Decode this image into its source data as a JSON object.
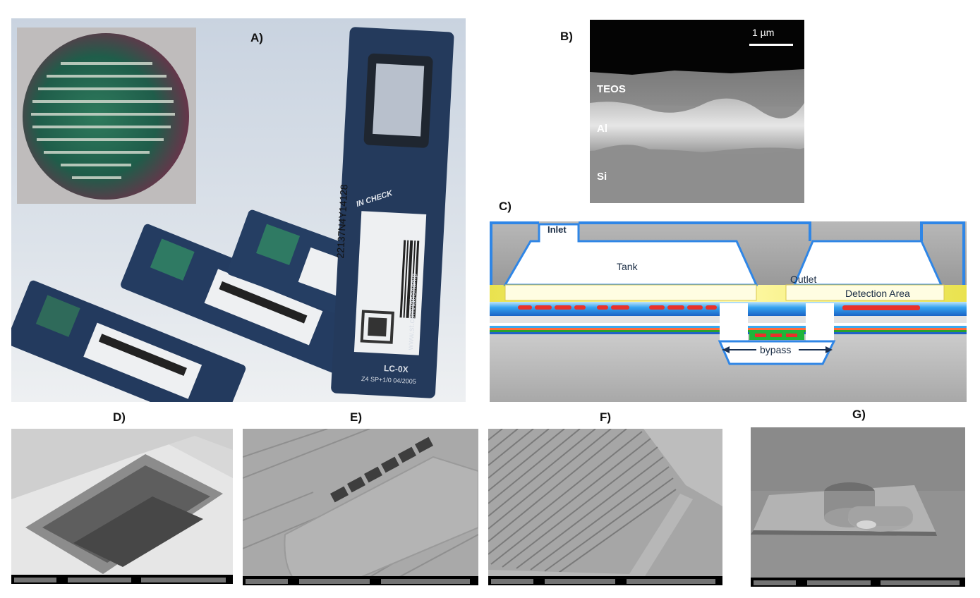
{
  "panels": {
    "a": {
      "label": "A)",
      "chip_brand_text": "IN CHECK",
      "chip_code": "22137N4Y14128",
      "chip_url": "www.st.com/labonchip",
      "chip_model": "LC-0X",
      "chip_spec": "Z4 SP+1/0 04/2005"
    },
    "b": {
      "label": "B)",
      "scale_bar": "1 µm",
      "layers": [
        "TEOS",
        "Al",
        "Si"
      ]
    },
    "c": {
      "label": "C)",
      "texts": {
        "inlet": "Inlet",
        "tank": "Tank",
        "outlet": "Outlet",
        "detection_area": "Detection Area",
        "bypass": "bypass"
      }
    },
    "d": {
      "label": "D)"
    },
    "e": {
      "label": "E)"
    },
    "f": {
      "label": "F)"
    },
    "g": {
      "label": "G)"
    }
  },
  "colors": {
    "channel_outline": "#2f86e6",
    "cavity_fill": "#ffffff",
    "yellow_layer": "#fff9c8",
    "red_electrode": "#e8312a",
    "green_element": "#1fb53a",
    "substrate_gray": "#aaaaaa",
    "board_blue": "#243a5c"
  }
}
